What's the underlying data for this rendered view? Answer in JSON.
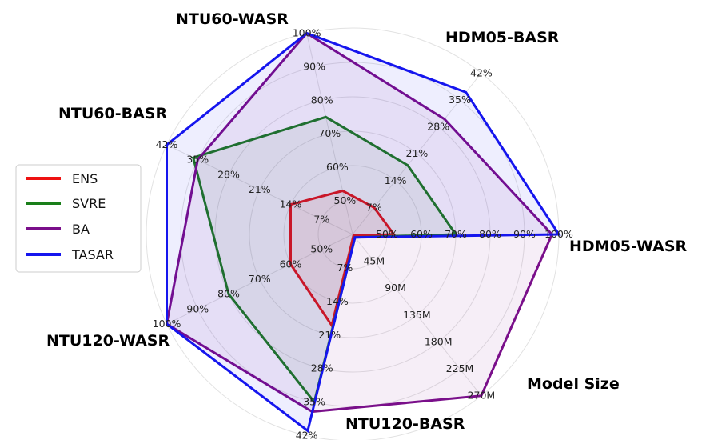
{
  "chart_data": {
    "type": "radar",
    "axes": [
      {
        "name": "HDM05-WASR",
        "ticks": [
          "50%",
          "60%",
          "70%",
          "80%",
          "90%",
          "100%"
        ],
        "min": 40,
        "max": 100
      },
      {
        "name": "HDM05-BASR",
        "ticks": [
          "7%",
          "14%",
          "21%",
          "28%",
          "35%",
          "42%"
        ],
        "min": 0,
        "max": 42
      },
      {
        "name": "NTU60-WASR",
        "ticks": [
          "50%",
          "60%",
          "70%",
          "80%",
          "90%",
          "100%"
        ],
        "min": 40,
        "max": 100
      },
      {
        "name": "NTU60-BASR",
        "ticks": [
          "7%",
          "14%",
          "21%",
          "28%",
          "35%",
          "42%"
        ],
        "min": 0,
        "max": 42
      },
      {
        "name": "NTU120-WASR",
        "ticks": [
          "50%",
          "60%",
          "70%",
          "80%",
          "90%",
          "100%"
        ],
        "min": 40,
        "max": 100
      },
      {
        "name": "NTU120-BASR",
        "ticks": [
          "7%",
          "14%",
          "21%",
          "28%",
          "35%",
          "42%"
        ],
        "min": 0,
        "max": 42
      },
      {
        "name": "Model Size",
        "ticks": [
          "45M",
          "90M",
          "135M",
          "180M",
          "225M",
          "270M"
        ],
        "min": 0,
        "max": 270
      }
    ],
    "series": [
      {
        "name": "ENS",
        "color": "#ee1111",
        "values": [
          52,
          7,
          53,
          14,
          60,
          19,
          2
        ]
      },
      {
        "name": "SVRE",
        "color": "#1a7f1a",
        "values": [
          70,
          18,
          75,
          36,
          80,
          35,
          5
        ]
      },
      {
        "name": "BA",
        "color": "#7a0f8a",
        "values": [
          98,
          30,
          100,
          35,
          100,
          37,
          270
        ]
      },
      {
        "name": "TASAR",
        "color": "#1515ee",
        "values": [
          100,
          37,
          100,
          42,
          100,
          41,
          5
        ]
      }
    ],
    "legend_position": "left",
    "grid": true
  }
}
